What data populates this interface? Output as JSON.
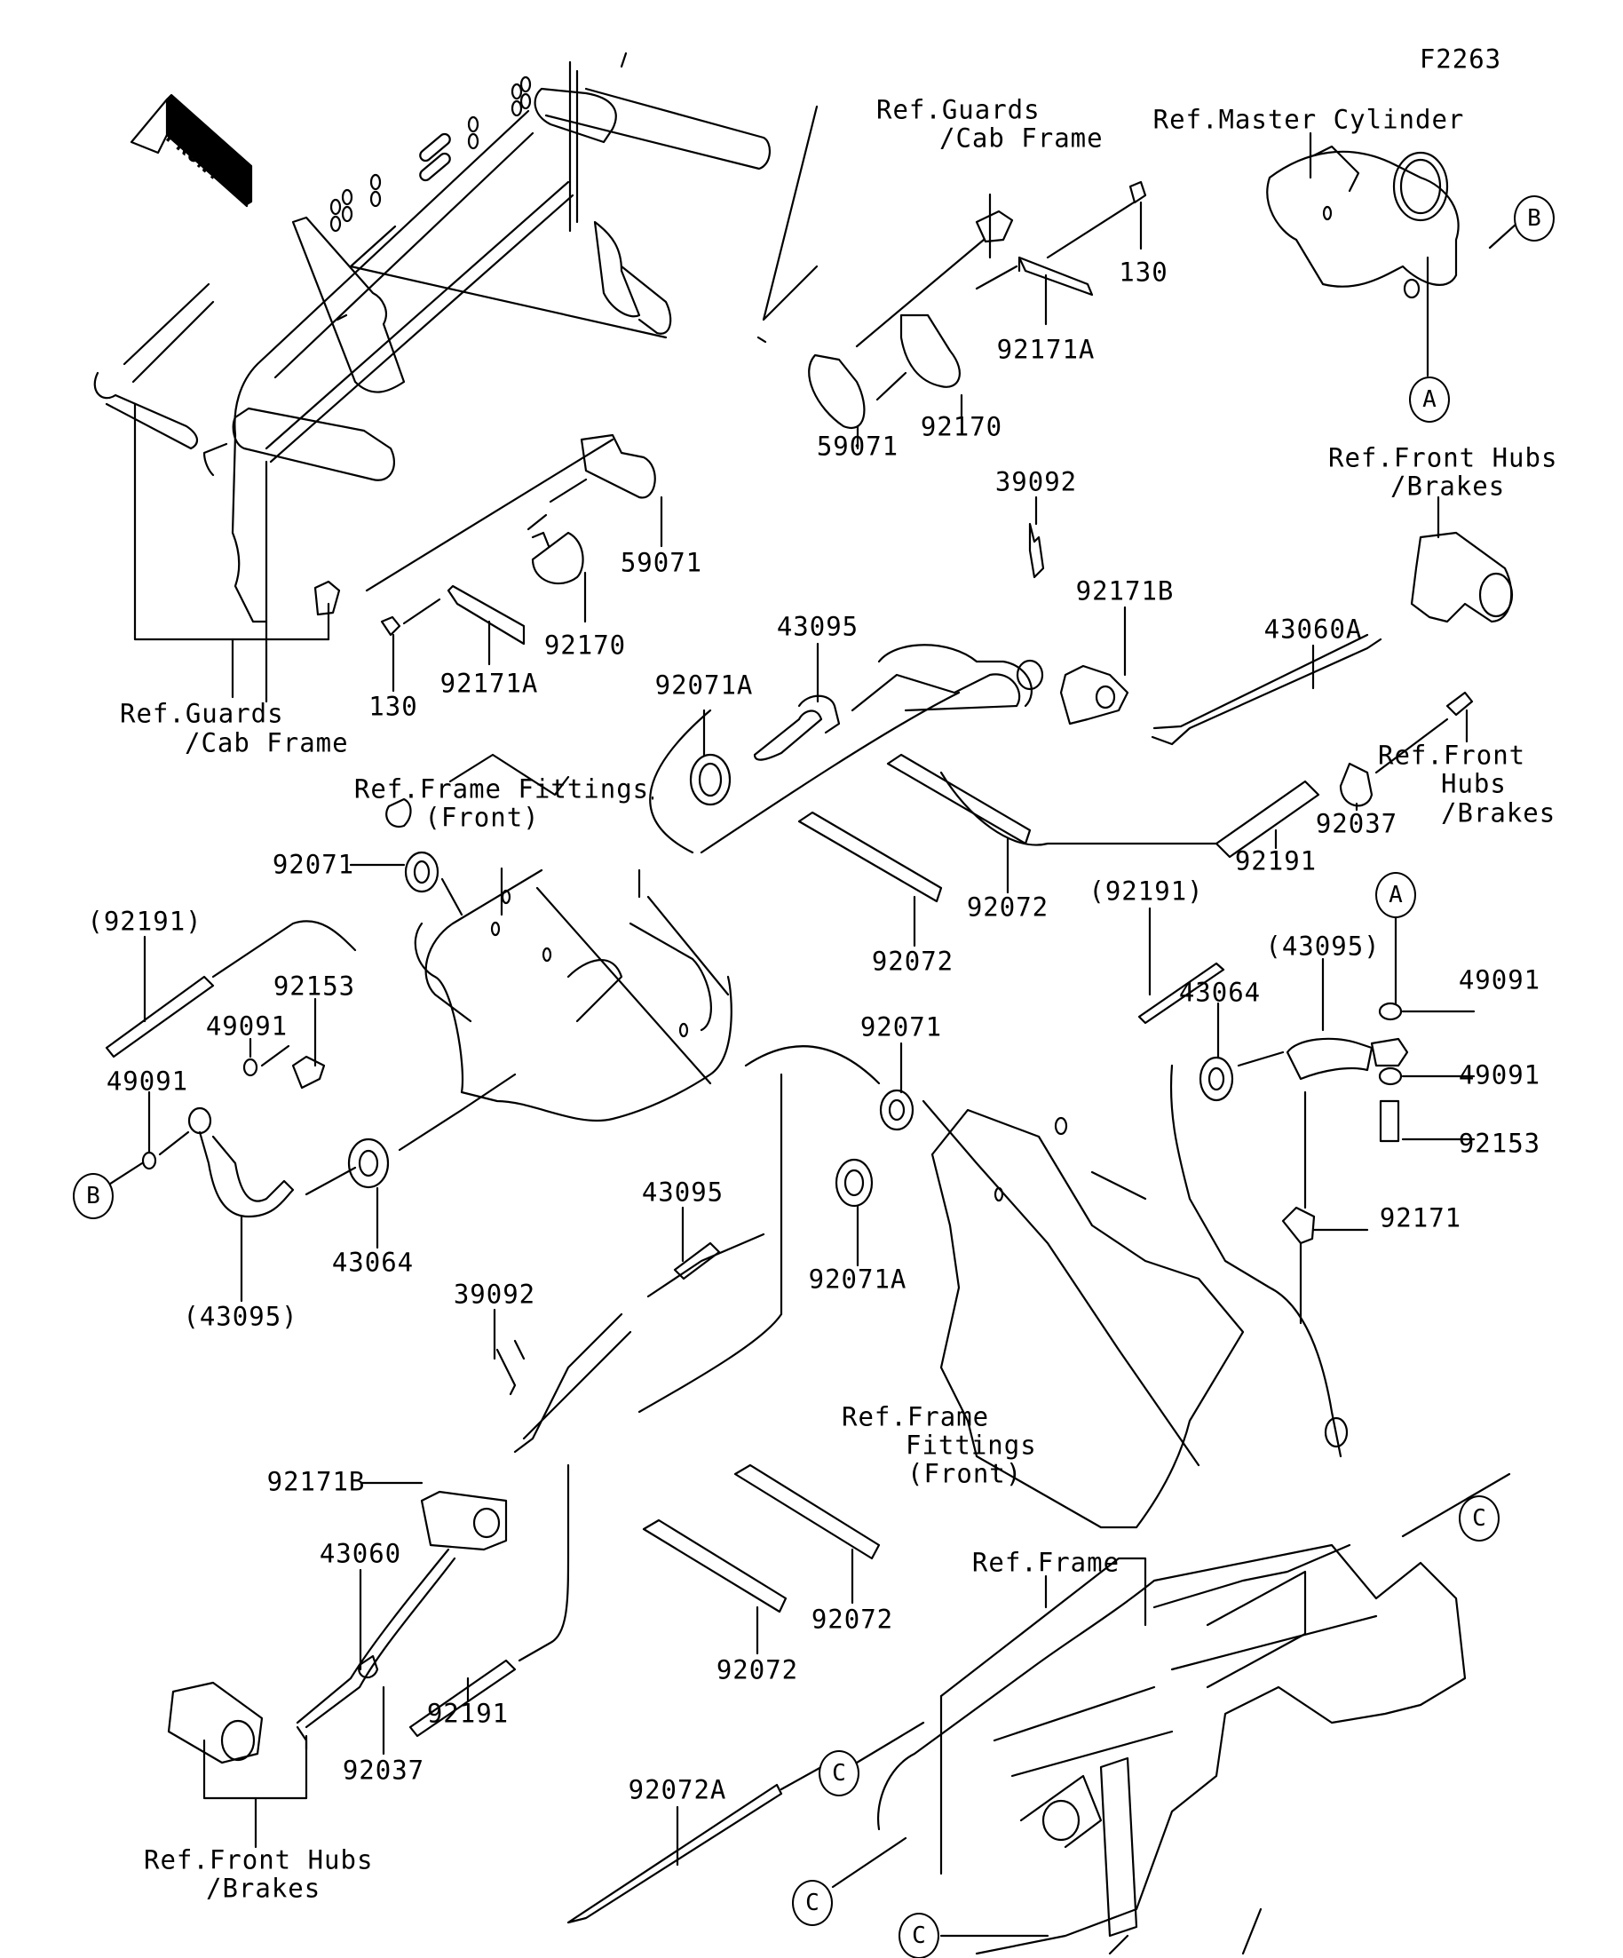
{
  "figure_id": "F2263",
  "front_arrow": {
    "label": "FRONT"
  },
  "reference_labels": {
    "guards_cab_frame_top": [
      "Ref.Guards",
      "/Cab Frame"
    ],
    "master_cylinder": "Ref.Master Cylinder",
    "front_hubs_brakes_upper": [
      "Ref.Front Hubs",
      "/Brakes"
    ],
    "guards_cab_frame_left": [
      "Ref.Guards",
      "/Cab Frame"
    ],
    "frame_fittings_front_upper": [
      "Ref.Frame Fittings",
      "(Front)"
    ],
    "front_hubs_brakes_right": [
      "Ref.Front",
      "Hubs",
      "/Brakes"
    ],
    "frame_fittings_front_lower": [
      "Ref.Frame",
      "Fittings",
      "(Front)"
    ],
    "frame": "Ref.Frame",
    "front_hubs_brakes_bottom": [
      "Ref.Front Hubs",
      "/Brakes"
    ]
  },
  "callouts": {
    "A": "A",
    "B": "B",
    "C": "C"
  },
  "part_numbers": [
    {
      "id": "p130-top",
      "label": "130"
    },
    {
      "id": "p92171A-top",
      "label": "92171A"
    },
    {
      "id": "p92170-top",
      "label": "92170"
    },
    {
      "id": "p59071-top",
      "label": "59071"
    },
    {
      "id": "p39092-top",
      "label": "39092"
    },
    {
      "id": "p59071-mid",
      "label": "59071"
    },
    {
      "id": "p92170-mid",
      "label": "92170"
    },
    {
      "id": "p92171A-mid",
      "label": "92171A"
    },
    {
      "id": "p130-mid",
      "label": "130"
    },
    {
      "id": "p92171B-top",
      "label": "92171B"
    },
    {
      "id": "p43095-top",
      "label": "43095"
    },
    {
      "id": "p92071A-top",
      "label": "92071A"
    },
    {
      "id": "p43060A",
      "label": "43060A"
    },
    {
      "id": "p92037-right",
      "label": "92037"
    },
    {
      "id": "p92191-right",
      "label": "92191"
    },
    {
      "id": "p92071-left",
      "label": "92071"
    },
    {
      "id": "p92072-a",
      "label": "92072"
    },
    {
      "id": "p92072-b",
      "label": "92072"
    },
    {
      "id": "p92191-paren-right",
      "label": "(92191)"
    },
    {
      "id": "p43095-paren-right",
      "label": "(43095)"
    },
    {
      "id": "p49091-r1",
      "label": "49091"
    },
    {
      "id": "p49091-r2",
      "label": "49091"
    },
    {
      "id": "p92153-right",
      "label": "92153"
    },
    {
      "id": "p92171",
      "label": "92171"
    },
    {
      "id": "p43064-right",
      "label": "43064"
    },
    {
      "id": "p92191-paren-left",
      "label": "(92191)"
    },
    {
      "id": "p92153-left",
      "label": "92153"
    },
    {
      "id": "p49091-l1",
      "label": "49091"
    },
    {
      "id": "p49091-l2",
      "label": "49091"
    },
    {
      "id": "p43064-left",
      "label": "43064"
    },
    {
      "id": "p43095-paren-left",
      "label": "(43095)"
    },
    {
      "id": "p92071-mid",
      "label": "92071"
    },
    {
      "id": "p43095-mid",
      "label": "43095"
    },
    {
      "id": "p92071A-mid",
      "label": "92071A"
    },
    {
      "id": "p39092-mid",
      "label": "39092"
    },
    {
      "id": "p92171B-mid",
      "label": "92171B"
    },
    {
      "id": "p43060",
      "label": "43060"
    },
    {
      "id": "p92072-c",
      "label": "92072"
    },
    {
      "id": "p92072-d",
      "label": "92072"
    },
    {
      "id": "p92191-bottom",
      "label": "92191"
    },
    {
      "id": "p92037-bottom",
      "label": "92037"
    },
    {
      "id": "p92072A",
      "label": "92072A"
    }
  ]
}
